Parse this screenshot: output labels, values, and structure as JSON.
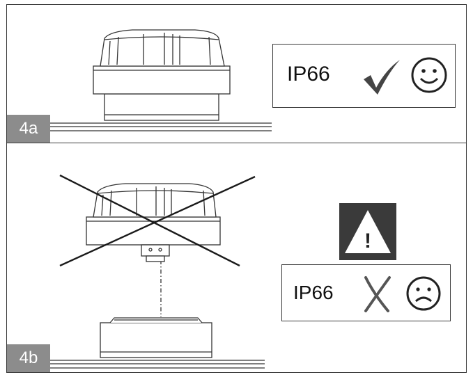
{
  "panel_a": {
    "step_label": "4a",
    "rating": {
      "text": "IP66",
      "mark_icon": "checkmark-icon",
      "face_icon": "smiley-face-icon"
    }
  },
  "panel_b": {
    "step_label": "4b",
    "warning_icon": "warning-icon",
    "warning_glyph": "!",
    "rating": {
      "text": "IP66",
      "mark_icon": "x-mark-icon",
      "face_icon": "sad-face-icon"
    }
  }
}
